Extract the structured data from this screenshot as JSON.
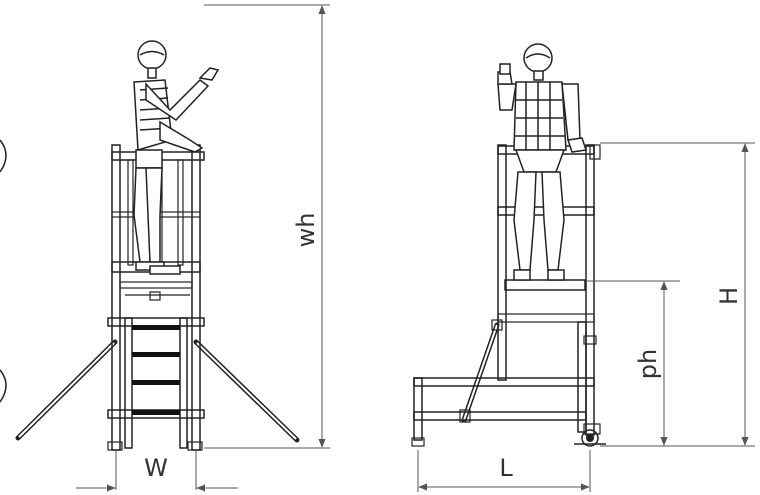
{
  "labels": {
    "wh": "wh",
    "W": "W",
    "L": "L",
    "ph": "ph",
    "H": "H"
  },
  "colors": {
    "line": "#222222",
    "dimension": "#555555",
    "rung": "#111111",
    "background": "#ffffff"
  }
}
